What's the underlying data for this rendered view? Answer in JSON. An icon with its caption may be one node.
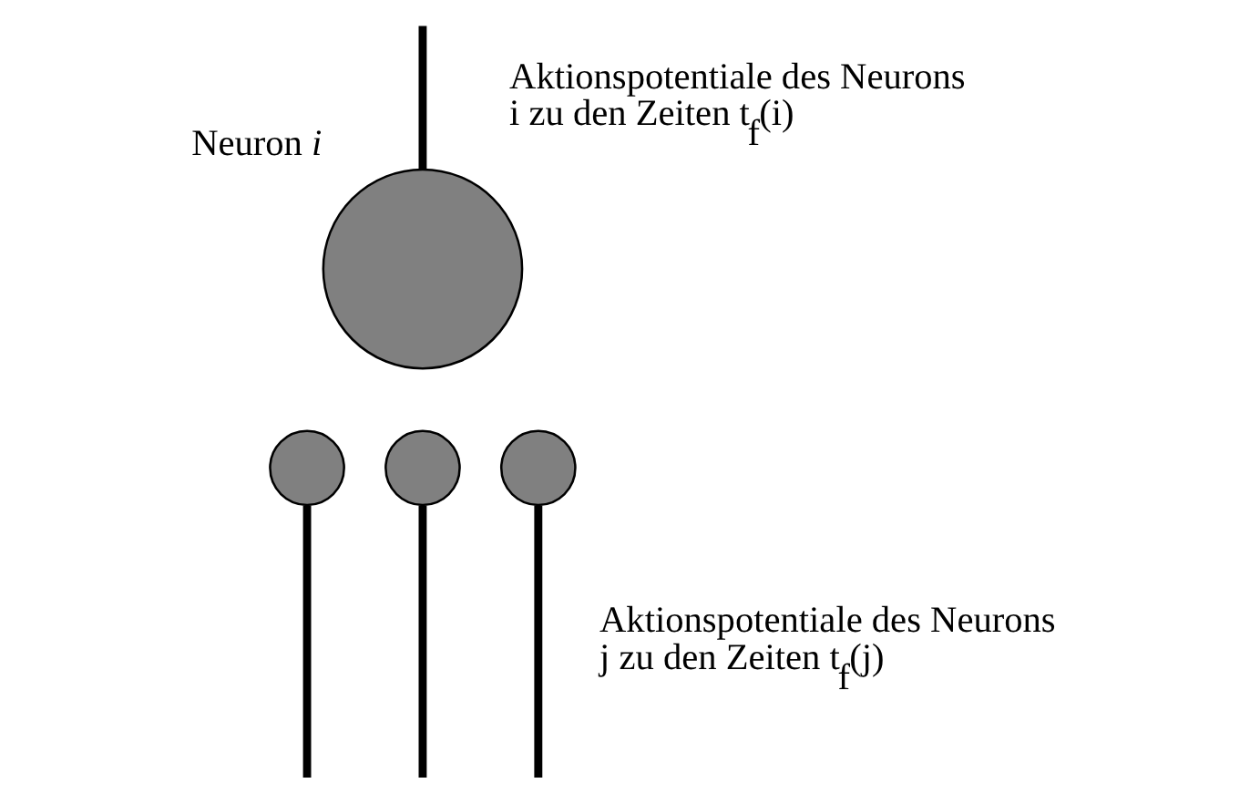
{
  "diagram": {
    "nodes": [
      {
        "text": [],
        "shape": "circle",
        "beside": [
          "Neuron *i*"
        ]
      },
      {
        "text": [],
        "shape": "circle"
      },
      {
        "text": [],
        "shape": "circle"
      },
      {
        "text": [],
        "shape": "circle"
      }
    ],
    "edges": [
      {
        "from": 0,
        "to": null,
        "arrow": "none",
        "label": "Aktionspotentiale des Neurons i zu den Zeiten t$_{f}$(i)"
      },
      {
        "from": 1,
        "to": null,
        "arrow": "none"
      },
      {
        "from": 2,
        "to": null,
        "arrow": "none"
      },
      {
        "from": 3,
        "to": null,
        "arrow": "none",
        "label": "Aktionspotentiale des Neurons j zu den Zeiten t$_{f}$(j)"
      }
    ]
  }
}
